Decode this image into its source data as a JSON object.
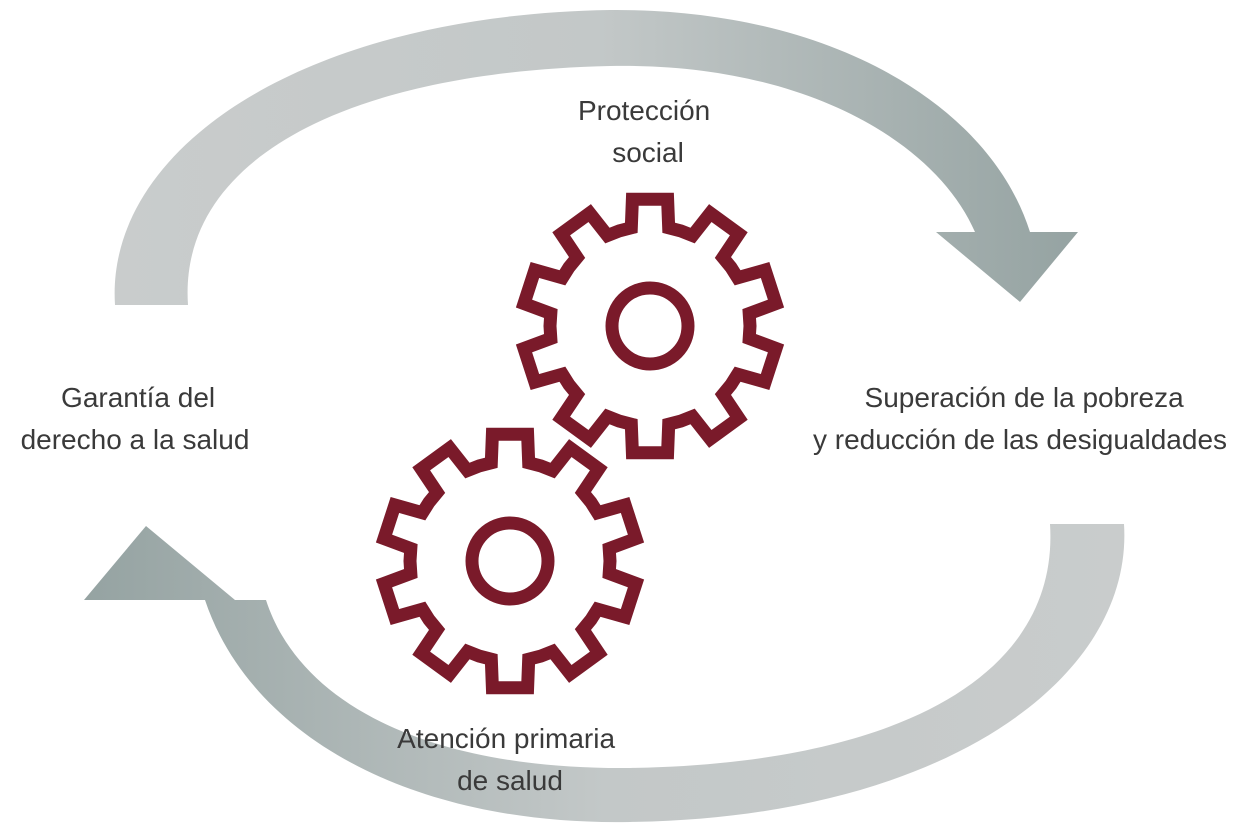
{
  "diagram": {
    "top_label": {
      "line1": "Protección",
      "line2": "social"
    },
    "bottom_label": {
      "line1": "Atención primaria",
      "line2": "de salud"
    },
    "left_label": {
      "line1": "Garantía del",
      "line2": "derecho a la salud"
    },
    "right_label": {
      "line1": "Superación de la pobreza",
      "line2": "y reducción de las desigualdades"
    },
    "colors": {
      "gear": "#7a1a2a",
      "arrow_light": "#c8cbcb",
      "arrow_dark": "#9aa7a6",
      "text": "#3a3a3a"
    },
    "icons": [
      "gear-icon",
      "gear-icon",
      "curved-arrow-icon",
      "curved-arrow-icon"
    ]
  }
}
